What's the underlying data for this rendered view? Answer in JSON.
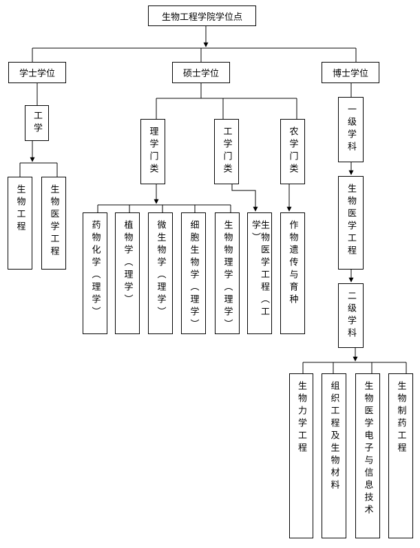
{
  "root": "生物工程学院学位点",
  "degrees": {
    "bachelor": "学士学位",
    "master": "硕士学位",
    "doctor": "博士学位"
  },
  "bachelor": {
    "category": "工学",
    "majors": [
      "生物工程",
      "生物医学工程"
    ]
  },
  "master": {
    "categories": [
      "理学门类",
      "工学门类",
      "农学门类"
    ],
    "science_majors": [
      "药物化学（理学）",
      "植物学（理学）",
      "微生物学（理学）",
      "细胞生物学（理学）",
      "生物物理学（理学）"
    ],
    "engineering_major": "生物医学工程（工学）",
    "agriculture_major": "作物遗传与育种"
  },
  "doctor": {
    "level1_label": "一级学科",
    "level1_discipline": "生物医学工程",
    "level2_label": "二级学科",
    "level2_disciplines": [
      "生物力学工程",
      "组织工程及生物材料",
      "生物医学电子与信息技术",
      "生物制药工程"
    ]
  }
}
